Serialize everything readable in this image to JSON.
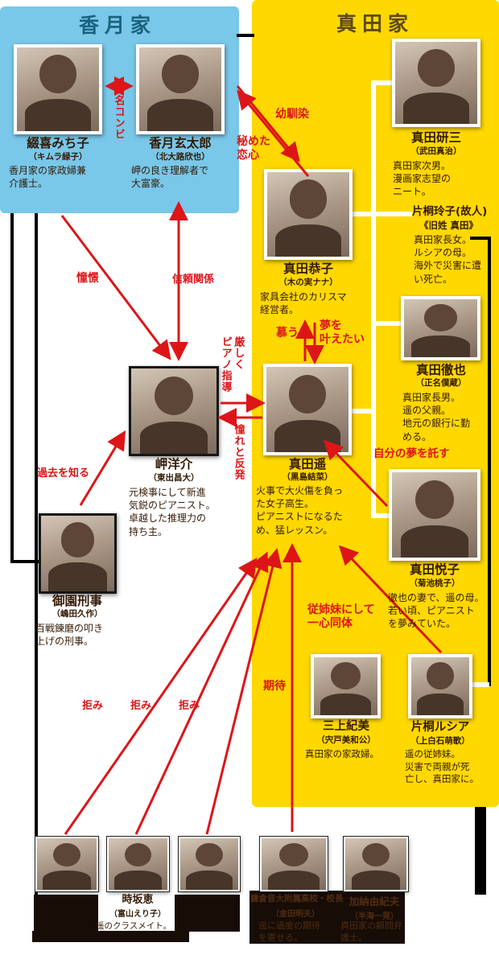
{
  "colors": {
    "katsuki_bg": "#79c7e9",
    "sanada_bg": "#ffd800",
    "arrow_red": "#dd1518",
    "katsuki_title": "#1b637e",
    "sanada_title": "#5b4a14"
  },
  "katsuki": {
    "title": "香月家",
    "michiko": {
      "name": "綴喜みち子",
      "actor": "（キムラ緑子）",
      "desc": "香月家の家政婦兼\n介護士。"
    },
    "gentaro": {
      "name": "香月玄太郎",
      "actor": "（北大路欣也）",
      "desc": "岬の良き理解者で\n大富豪。"
    }
  },
  "sanada": {
    "title": "真田家",
    "kenzo": {
      "name": "真田研三",
      "actor": "（武田真治）",
      "desc": "真田家次男。\n漫画家志望の\nニート。"
    },
    "reiko": {
      "name": "片桐玲子(故人)",
      "maiden": "《旧姓 真田》",
      "desc": "真田家長女。\nルシアの母。\n海外で災害に遭\nい死亡。"
    },
    "kyoko": {
      "name": "真田恭子",
      "actor": "（木の実ナナ）",
      "desc": "家具会社のカリスマ\n経営者。"
    },
    "tetsuya": {
      "name": "真田徹也",
      "actor": "（正名僕蔵）",
      "desc": "真田家長男。\n遥の父親。\n地元の銀行に勤\nめる。"
    },
    "haruka": {
      "name": "真田遥",
      "actor": "（黒島結菜）",
      "desc": "火事で大火傷を負っ\nた女子高生。\nピアニストになるた\nめ、猛レッスン。"
    },
    "etsuko": {
      "name": "真田悦子",
      "actor": "（菊池桃子）",
      "desc": "徹也の妻で、遥の母。\n若い頃、ピアニスト\nを夢みていた。"
    },
    "kimi": {
      "name": "三上紀美",
      "actor": "（宍戸美和公）",
      "desc": "真田家の家政婦。"
    },
    "lucia": {
      "name": "片桐ルシア",
      "actor": "（上白石萌歌）",
      "desc": "遥の従姉妹。\n災害で両親が死\n亡し、真田家に。"
    }
  },
  "misaki": {
    "name": "岬洋介",
    "actor": "（東出昌大）",
    "desc": "元検事にして新進\n気鋭のピアニスト。\n卓越した推理力の\n持ち主。"
  },
  "misono": {
    "name": "御園刑事",
    "actor": "（嶋田久作）",
    "desc": "百戦錬磨の叩き\n上げの刑事。"
  },
  "bottom": {
    "tokisaka": {
      "name": "時坂恵",
      "actor": "（富山えり子）",
      "desc": "遥のクラスメイト。"
    },
    "principal": {
      "name": "鎌倉音大附属高校・校長",
      "actor": "（金田明夫）",
      "desc": "遥に過度の期待\nを寄せる。"
    },
    "kano": {
      "name": "加納由紀夫",
      "actor": "（半海一晃）",
      "desc": "真田家の顧問弁\n護士。"
    }
  },
  "relations": {
    "meikonbi": "名コンビ",
    "osananajimi": "幼馴染",
    "himeta": "秘めた\n恋心",
    "shokei": "憧憬",
    "shinrai": "信頼関係",
    "kako": "過去を知る",
    "shido": "厳しく\nピアノ指導",
    "hanpatsu": "憧れと反発",
    "shitau": "慕う",
    "yume": "夢を\n叶えたい",
    "takusu": "自分の夢を託す",
    "itoko": "従姉妹にして\n一心同体",
    "kobami": "拒み",
    "kitai": "期待"
  }
}
